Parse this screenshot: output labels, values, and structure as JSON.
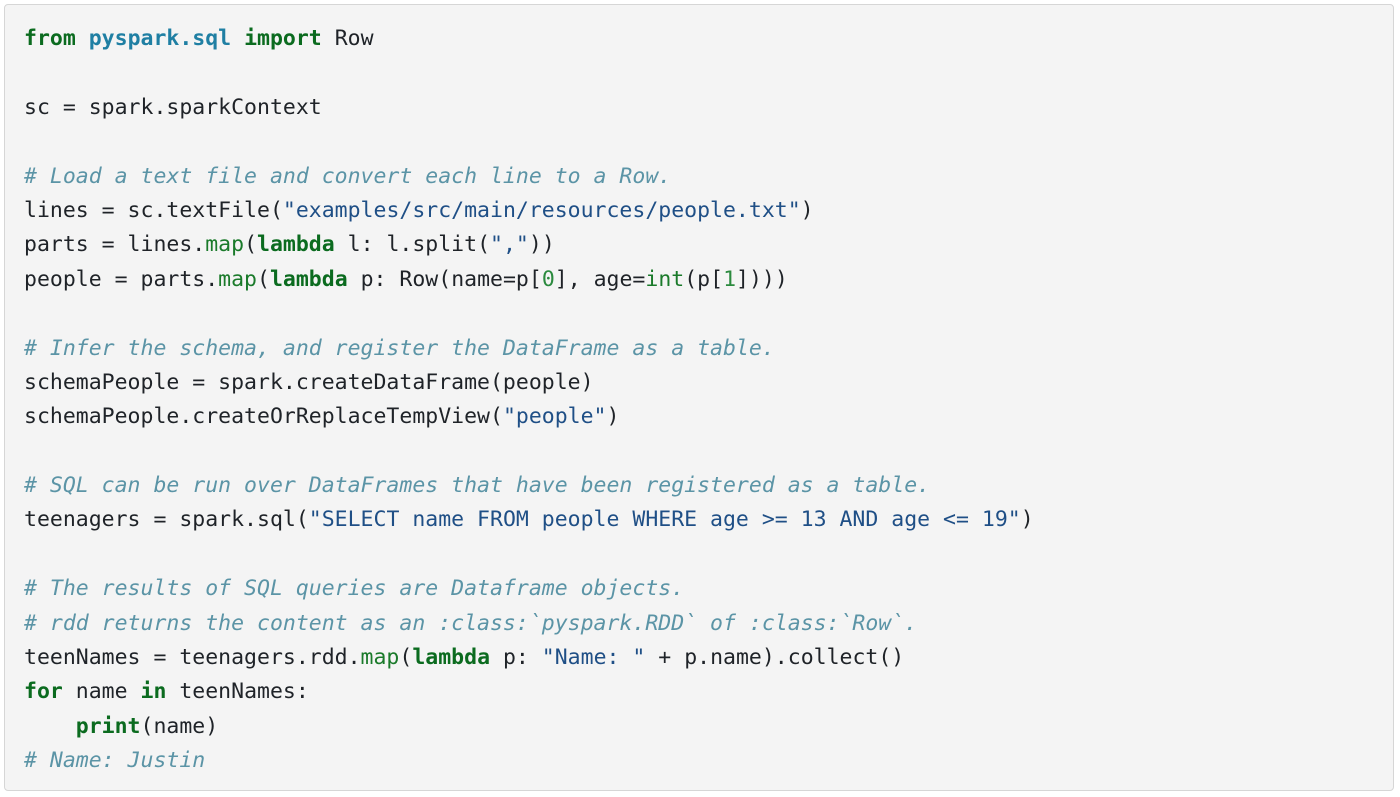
{
  "code": {
    "language": "python",
    "lines": [
      [
        [
          "kw",
          "from"
        ],
        [
          "t",
          " "
        ],
        [
          "mod",
          "pyspark.sql"
        ],
        [
          "t",
          " "
        ],
        [
          "kw",
          "import"
        ],
        [
          "t",
          " Row"
        ]
      ],
      [],
      [
        [
          "t",
          "sc = spark.sparkContext"
        ]
      ],
      [],
      [
        [
          "cm",
          "# Load a text file and convert each line to a Row."
        ]
      ],
      [
        [
          "t",
          "lines = sc.textFile("
        ],
        [
          "str",
          "\"examples/src/main/resources/people.txt\""
        ],
        [
          "t",
          ")"
        ]
      ],
      [
        [
          "t",
          "parts = lines."
        ],
        [
          "fn",
          "map"
        ],
        [
          "t",
          "("
        ],
        [
          "kw",
          "lambda"
        ],
        [
          "t",
          " l: l.split("
        ],
        [
          "str",
          "\",\""
        ],
        [
          "t",
          "))"
        ]
      ],
      [
        [
          "t",
          "people = parts."
        ],
        [
          "fn",
          "map"
        ],
        [
          "t",
          "("
        ],
        [
          "kw",
          "lambda"
        ],
        [
          "t",
          " p: Row(name=p["
        ],
        [
          "num",
          "0"
        ],
        [
          "t",
          "], age="
        ],
        [
          "fn",
          "int"
        ],
        [
          "t",
          "(p["
        ],
        [
          "num",
          "1"
        ],
        [
          "t",
          "])))"
        ]
      ],
      [],
      [
        [
          "cm",
          "# Infer the schema, and register the DataFrame as a table."
        ]
      ],
      [
        [
          "t",
          "schemaPeople = spark.createDataFrame(people)"
        ]
      ],
      [
        [
          "t",
          "schemaPeople.createOrReplaceTempView("
        ],
        [
          "str",
          "\"people\""
        ],
        [
          "t",
          ")"
        ]
      ],
      [],
      [
        [
          "cm",
          "# SQL can be run over DataFrames that have been registered as a table."
        ]
      ],
      [
        [
          "t",
          "teenagers = spark.sql("
        ],
        [
          "str",
          "\"SELECT name FROM people WHERE age >= 13 AND age <= 19\""
        ],
        [
          "t",
          ")"
        ]
      ],
      [],
      [
        [
          "cm",
          "# The results of SQL queries are Dataframe objects."
        ]
      ],
      [
        [
          "cm",
          "# rdd returns the content as an :class:`pyspark.RDD` of :class:`Row`."
        ]
      ],
      [
        [
          "t",
          "teenNames = teenagers.rdd."
        ],
        [
          "fn",
          "map"
        ],
        [
          "t",
          "("
        ],
        [
          "kw",
          "lambda"
        ],
        [
          "t",
          " p: "
        ],
        [
          "str",
          "\"Name: \""
        ],
        [
          "t",
          " + p.name).collect()"
        ]
      ],
      [
        [
          "kw",
          "for"
        ],
        [
          "t",
          " name "
        ],
        [
          "kw",
          "in"
        ],
        [
          "t",
          " teenNames:"
        ]
      ],
      [
        [
          "t",
          "    "
        ],
        [
          "kw",
          "print"
        ],
        [
          "t",
          "(name)"
        ]
      ],
      [
        [
          "cm",
          "# Name: Justin"
        ]
      ]
    ]
  },
  "colors": {
    "background": "#f4f4f4",
    "keyword": "#0b6b1f",
    "module": "#1f7fa3",
    "string": "#1f4f86",
    "comment": "#5b94a6",
    "number": "#2b8a3e",
    "text": "#1f2328"
  }
}
